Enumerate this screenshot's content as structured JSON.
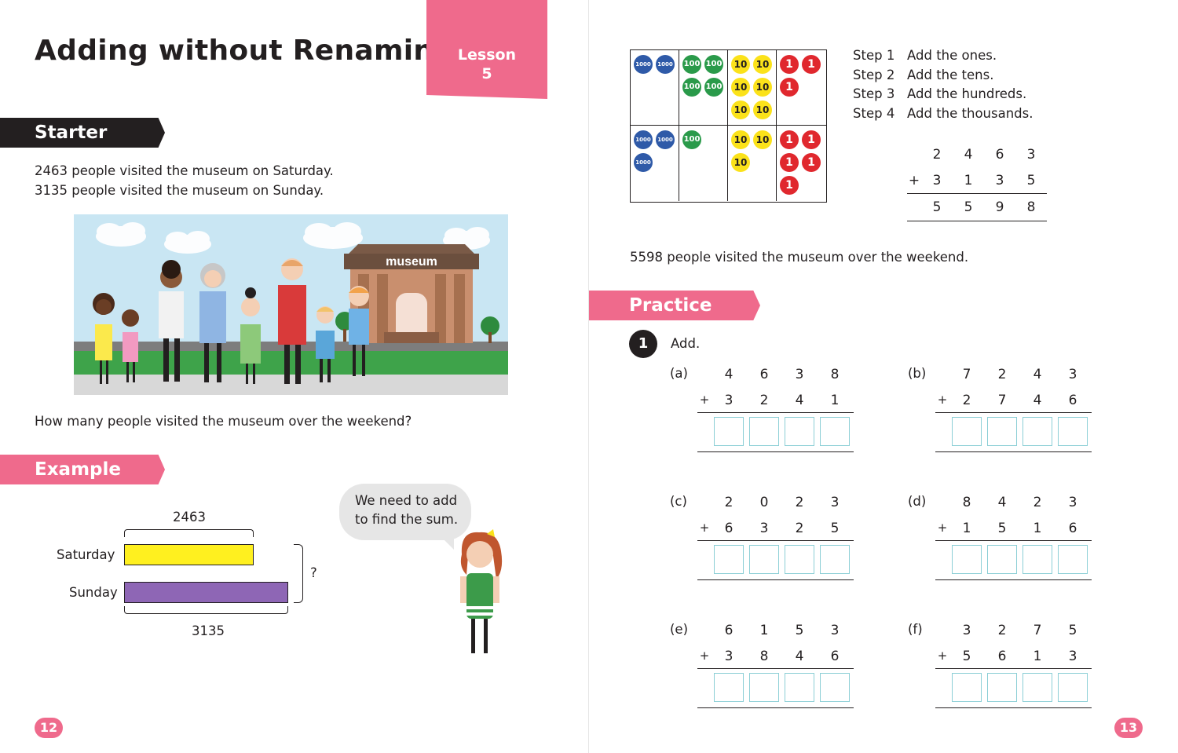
{
  "left_page": {
    "title": "Adding without Renaming",
    "lesson_label": "Lesson",
    "lesson_number": "5",
    "starter_label": "Starter",
    "starter_lines": [
      "2463 people visited the museum on Saturday.",
      "3135 people visited the museum on Sunday."
    ],
    "scene_sign": "museum",
    "question": "How many people visited the museum over the weekend?",
    "example_label": "Example",
    "bar_model": {
      "saturday_label": "Saturday",
      "sunday_label": "Sunday",
      "saturday_value": "2463",
      "sunday_value": "3135",
      "total_symbol": "?",
      "saturday_color": "#fff01f",
      "sunday_color": "#8e66b5"
    },
    "speech_line1": "We need to add",
    "speech_line2": "to find the sum.",
    "page_number": "12"
  },
  "right_page": {
    "place_value": {
      "row1": {
        "thousands": [
          "1000",
          "1000"
        ],
        "hundreds": [
          "100",
          "100",
          "100",
          "100"
        ],
        "tens": [
          "10",
          "10",
          "10",
          "10",
          "10",
          "10"
        ],
        "ones": [
          "1",
          "1",
          "1"
        ]
      },
      "row2": {
        "thousands": [
          "1000",
          "1000",
          "1000"
        ],
        "hundreds": [
          "100"
        ],
        "tens": [
          "10",
          "10",
          "10"
        ],
        "ones": [
          "1",
          "1",
          "1",
          "1",
          "1"
        ]
      }
    },
    "steps": [
      {
        "step": "Step 1",
        "text": "Add the ones."
      },
      {
        "step": "Step 2",
        "text": "Add the tens."
      },
      {
        "step": "Step 3",
        "text": "Add the hundreds."
      },
      {
        "step": "Step 4",
        "text": "Add the thousands."
      }
    ],
    "worked_sum": {
      "top": [
        "2",
        "4",
        "6",
        "3"
      ],
      "bottom": [
        "3",
        "1",
        "3",
        "5"
      ],
      "result": [
        "5",
        "5",
        "9",
        "8"
      ],
      "plus": "+"
    },
    "conclusion": "5598 people visited the museum over the weekend.",
    "practice_label": "Practice",
    "q_number": "1",
    "q_instruction": "Add.",
    "problems": [
      {
        "label": "(a)",
        "top": [
          "4",
          "6",
          "3",
          "8"
        ],
        "bottom": [
          "3",
          "2",
          "4",
          "1"
        ]
      },
      {
        "label": "(b)",
        "top": [
          "7",
          "2",
          "4",
          "3"
        ],
        "bottom": [
          "2",
          "7",
          "4",
          "6"
        ]
      },
      {
        "label": "(c)",
        "top": [
          "2",
          "0",
          "2",
          "3"
        ],
        "bottom": [
          "6",
          "3",
          "2",
          "5"
        ]
      },
      {
        "label": "(d)",
        "top": [
          "8",
          "4",
          "2",
          "3"
        ],
        "bottom": [
          "1",
          "5",
          "1",
          "6"
        ]
      },
      {
        "label": "(e)",
        "top": [
          "6",
          "1",
          "5",
          "3"
        ],
        "bottom": [
          "3",
          "8",
          "4",
          "6"
        ]
      },
      {
        "label": "(f)",
        "top": [
          "3",
          "2",
          "7",
          "5"
        ],
        "bottom": [
          "5",
          "6",
          "1",
          "3"
        ]
      }
    ],
    "plus_sign": "+",
    "page_number": "13"
  },
  "colors": {
    "pink": "#ef6a8c",
    "dark": "#231f20",
    "box_border": "#8ccfd6"
  }
}
